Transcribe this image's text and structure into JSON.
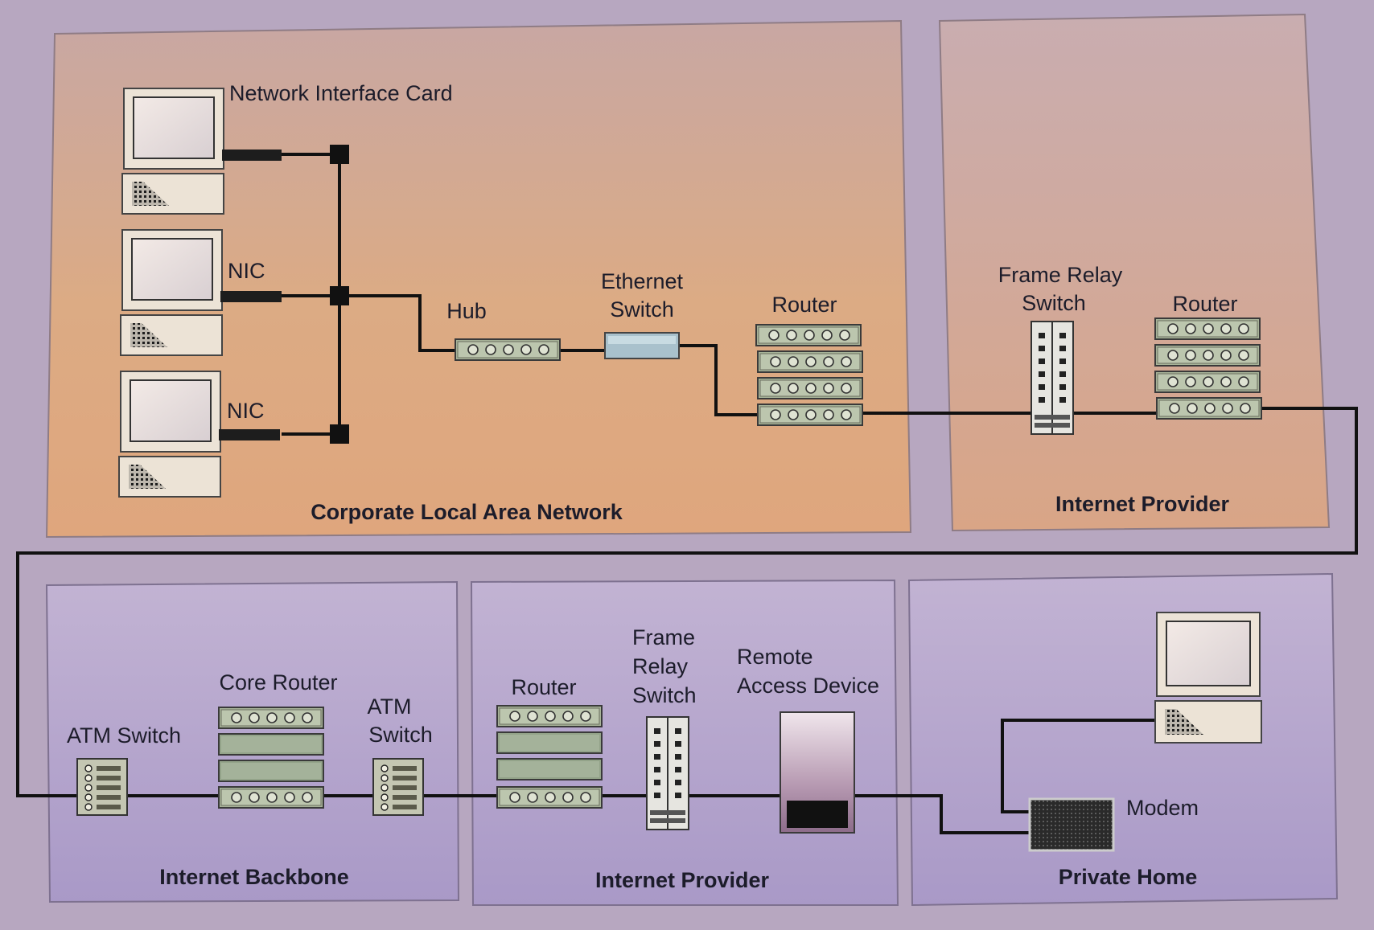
{
  "zones": {
    "corporate_lan": {
      "title": "Corporate Local Area Network",
      "color": "#d9a77f"
    },
    "internet_provider_top": {
      "title": "Internet Provider",
      "color": "#d2a58a"
    },
    "internet_backbone": {
      "title": "Internet Backbone",
      "color": "#b8a9cf"
    },
    "internet_provider_bottom": {
      "title": "Internet Provider",
      "color": "#b8a8cc"
    },
    "private_home": {
      "title": "Private Home",
      "color": "#b9aacc"
    }
  },
  "labels": {
    "network_interface_card": "Network Interface Card",
    "nic_1": "NIC",
    "nic_2": "NIC",
    "hub": "Hub",
    "ethernet_switch": [
      "Ethernet",
      "Switch"
    ],
    "lan_router": "Router",
    "frame_relay_switch_top": [
      "Frame Relay",
      "Switch"
    ],
    "provider_router_top": "Router",
    "atm_switch_left": "ATM Switch",
    "core_router": "Core Router",
    "atm_switch_right": [
      "ATM",
      "Switch"
    ],
    "provider_router_bottom": "Router",
    "frame_relay_switch_bottom": [
      "Frame",
      "Relay",
      "Switch"
    ],
    "remote_access_device": [
      "Remote",
      "Access Device"
    ],
    "modem": "Modem"
  },
  "icons": {
    "computer": "computer-icon",
    "router": "router-icon",
    "hub": "hub-icon",
    "switch": "ethernet-switch-icon",
    "frame_relay": "frame-relay-switch-icon",
    "atm": "atm-switch-icon",
    "remote_access": "remote-access-device-icon",
    "modem": "modem-icon"
  }
}
